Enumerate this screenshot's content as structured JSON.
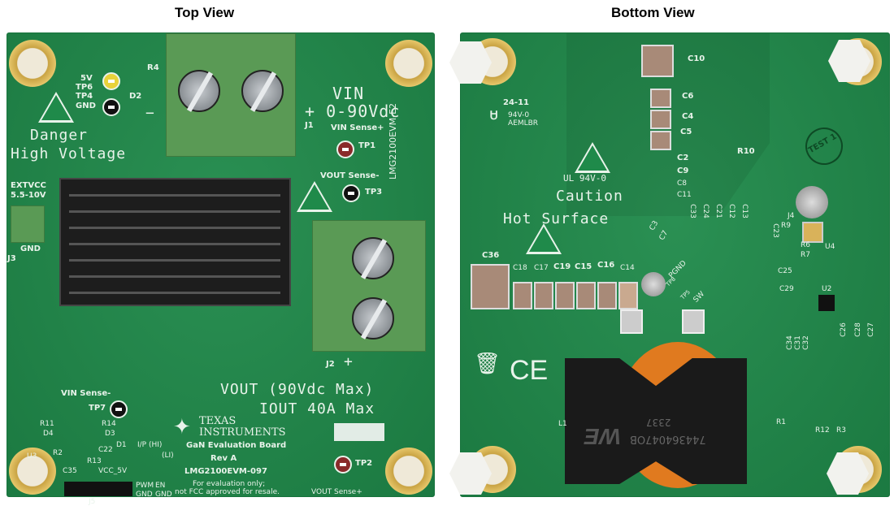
{
  "titles": {
    "top": "Top View",
    "bottom": "Bottom View"
  },
  "top": {
    "danger": "Danger",
    "high_voltage": "High Voltage",
    "vin": "VIN",
    "vin_range": "+ 0-90Vdc",
    "j1": "J1",
    "vin_sense_plus": "VIN Sense+",
    "tp1": "TP1",
    "vout_sense_minus": "VOUT Sense-",
    "tp3": "TP3",
    "board_id": "LMG2100EVM-E2",
    "tp6_label": "5V",
    "tp6": "TP6",
    "tp4": "TP4",
    "gnd": "GND",
    "r4": "R4",
    "d2": "D2",
    "minus": "−",
    "extvcc": "EXTVCC",
    "extvcc_range": "5.5-10V",
    "j3": "J3",
    "gnd2": "GND",
    "j2": "J2",
    "plus": "+",
    "vout": "VOUT (90Vdc Max)",
    "iout": "IOUT 40A Max",
    "vin_sense_minus": "VIN Sense-",
    "tp7": "TP7",
    "r11": "R11",
    "r14": "R14",
    "d4": "D4",
    "d3": "D3",
    "d1": "D1",
    "r2": "R2",
    "u3": "U3",
    "c22": "C22",
    "r13": "R13",
    "c35": "C35",
    "vcc5": "VCC_5V",
    "io": "I/P (HI)",
    "li": "(LI)",
    "j5": "J5",
    "pwm": "PWM",
    "en": "EN",
    "gnd_a": "GND",
    "gnd_b": "GND",
    "ti_line1": "Texas",
    "ti_line2": "Instruments",
    "eval_board": "GaN Evaluation Board",
    "rev": "Rev A",
    "part": "LMG2100EVM-097",
    "disclaimer1": "For evaluation only;",
    "disclaimer2": "not FCC approved for resale.",
    "vout_sense_plus": "VOUT Sense+",
    "tp2": "TP2"
  },
  "bottom": {
    "date_code": "24-11",
    "ul_rating": "94V-0",
    "ul_code": "AEMLBR",
    "c10": "C10",
    "c6": "C6",
    "c4": "C4",
    "c5": "C5",
    "c2": "C2",
    "c9": "C9",
    "c8": "C8",
    "c11": "C11",
    "c3": "C3",
    "c7": "C7",
    "c33": "C33",
    "c24": "C24",
    "c21": "C21",
    "c12": "C12",
    "c13": "C13",
    "ul94": "UL 94V-0",
    "caution": "Caution",
    "hot_surface": "Hot Surface",
    "c36": "C36",
    "c18": "C18",
    "c17": "C17",
    "c19": "C19",
    "c15": "C15",
    "c16": "C16",
    "c14": "C14",
    "pgnd": "PGND",
    "tp8": "TP8",
    "tp5": "TP5",
    "sw": "SW",
    "r10": "R10",
    "test": "TEST 1",
    "j4": "J4",
    "r9": "R9",
    "c23": "C23",
    "r6": "R6",
    "r7": "R7",
    "u4": "U4",
    "c25": "C25",
    "c29": "C29",
    "u2": "U2",
    "c34": "C34",
    "c31": "C31",
    "c32": "C32",
    "c26": "C26",
    "c28": "C28",
    "c27": "C27",
    "ce": "CE",
    "l1": "L1",
    "inductor_part": "744364047OB",
    "inductor_date": "2337",
    "we_logo": "WE",
    "r1": "R1",
    "r12": "R12",
    "r3": "R3"
  },
  "colors": {
    "pcb": "#1f8a4a",
    "silkscreen": "#e8f3ea",
    "terminal": "#5a9a55",
    "heatsink": "#1d1d1d",
    "copper_winding": "#e07a1f"
  }
}
